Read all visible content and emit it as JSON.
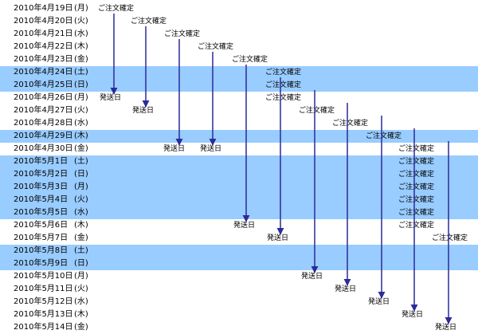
{
  "rows": [
    {
      "date": "2010年4月19日",
      "dow": "(月)",
      "holiday": false
    },
    {
      "date": "2010年4月20日",
      "dow": "(火)",
      "holiday": false
    },
    {
      "date": "2010年4月21日",
      "dow": "(水)",
      "holiday": false
    },
    {
      "date": "2010年4月22日",
      "dow": "(木)",
      "holiday": false
    },
    {
      "date": "2010年4月23日",
      "dow": "(金)",
      "holiday": false
    },
    {
      "date": "2010年4月24日",
      "dow": "(土)",
      "holiday": true
    },
    {
      "date": "2010年4月25日",
      "dow": "(日)",
      "holiday": true
    },
    {
      "date": "2010年4月26日",
      "dow": "(月)",
      "holiday": false
    },
    {
      "date": "2010年4月27日",
      "dow": "(火)",
      "holiday": false
    },
    {
      "date": "2010年4月28日",
      "dow": "(水)",
      "holiday": false
    },
    {
      "date": "2010年4月29日",
      "dow": "(木)",
      "holiday": true
    },
    {
      "date": "2010年4月30日",
      "dow": "(金)",
      "holiday": false
    },
    {
      "date": "2010年5月1日",
      "dow": "(土)",
      "holiday": true
    },
    {
      "date": "2010年5月2日",
      "dow": "(日)",
      "holiday": true
    },
    {
      "date": "2010年5月3日",
      "dow": "(月)",
      "holiday": true
    },
    {
      "date": "2010年5月4日",
      "dow": "(火)",
      "holiday": true
    },
    {
      "date": "2010年5月5日",
      "dow": "(水)",
      "holiday": true
    },
    {
      "date": "2010年5月6日",
      "dow": "(木)",
      "holiday": false
    },
    {
      "date": "2010年5月7日",
      "dow": "(金)",
      "holiday": false
    },
    {
      "date": "2010年5月8日",
      "dow": "(土)",
      "holiday": true
    },
    {
      "date": "2010年5月9日",
      "dow": "(日)",
      "holiday": true
    },
    {
      "date": "2010年5月10日",
      "dow": "(月)",
      "holiday": false
    },
    {
      "date": "2010年5月11日",
      "dow": "(火)",
      "holiday": false
    },
    {
      "date": "2010年5月12日",
      "dow": "(水)",
      "holiday": false
    },
    {
      "date": "2010年5月13日",
      "dow": "(木)",
      "holiday": false
    },
    {
      "date": "2010年5月14日",
      "dow": "(金)",
      "holiday": false
    }
  ],
  "order_label": "ご注文確定",
  "ship_label": "発送日",
  "orders": [
    {
      "order_row": 0,
      "ship_row": 7
    },
    {
      "order_row": 1,
      "ship_row": 8
    },
    {
      "order_row": 2,
      "ship_row": 11
    },
    {
      "order_row": 3,
      "ship_row": 11
    },
    {
      "order_row": 4,
      "ship_row": 17
    },
    {
      "order_row": 5,
      "ship_row": 18
    },
    {
      "order_row": 6,
      "ship_row": 21
    },
    {
      "order_row": 7,
      "ship_row": 22
    },
    {
      "order_row": 8,
      "ship_row": 23
    },
    {
      "order_row": 9,
      "ship_row": 24
    },
    {
      "order_row": 10,
      "ship_row": 25
    }
  ],
  "extra_order_rows": [
    11,
    12,
    13,
    14,
    15,
    16,
    17,
    18
  ],
  "colors": {
    "holiday_band": "#99ccff",
    "arrow": "#2b2b99"
  }
}
